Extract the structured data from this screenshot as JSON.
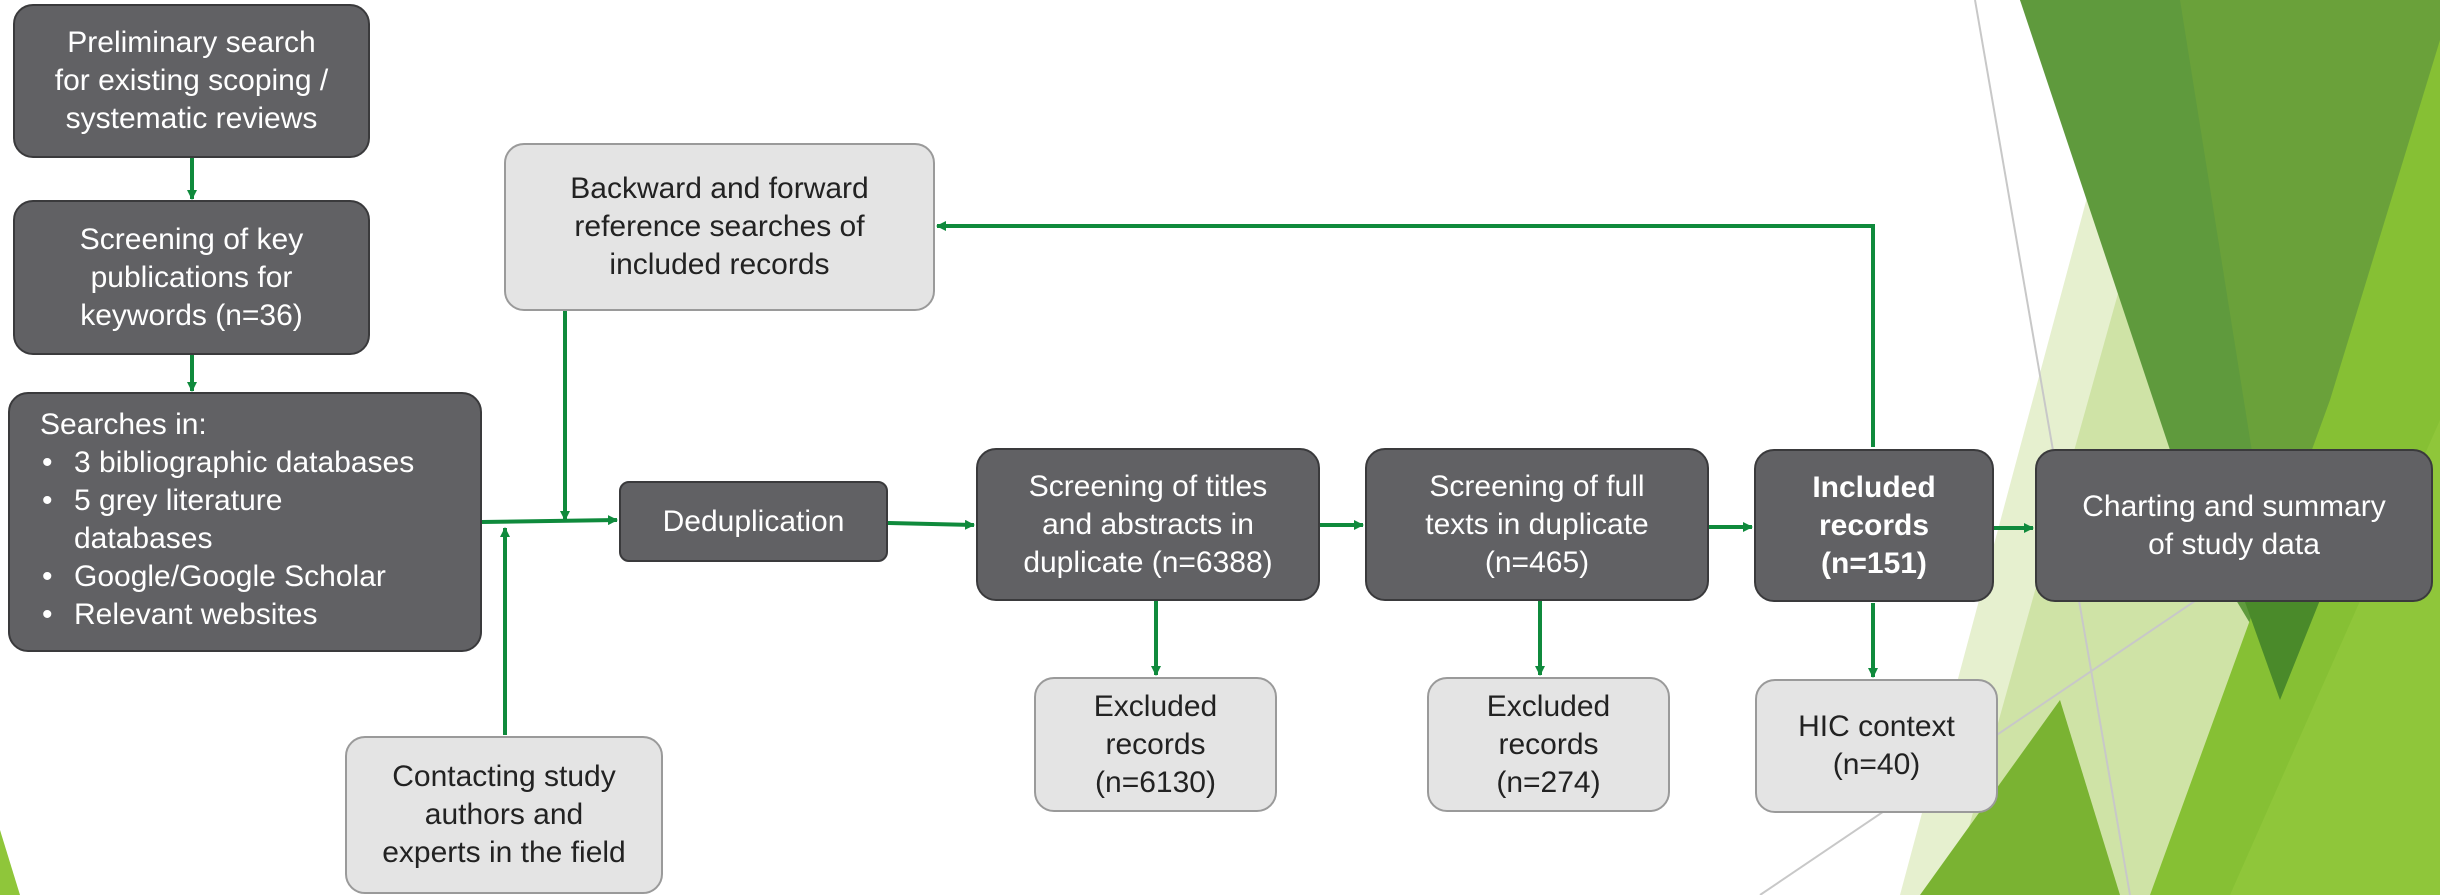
{
  "colors": {
    "arrow": "#0f8a3c",
    "dark_box": "#616164",
    "light_box": "#e4e4e4",
    "accent_green": "#7cb82f"
  },
  "boxes": {
    "preliminary": "Preliminary search\nfor existing scoping /\nsystematic reviews",
    "screening_key": "Screening of key\npublications for\nkeywords (n=36)",
    "searches_heading": "Searches in:",
    "searches_items": [
      "3 bibliographic databases",
      "5 grey literature\ndatabases",
      "Google/Google Scholar",
      "Relevant websites"
    ],
    "backward_forward": "Backward and forward\nreference searches of\nincluded records",
    "contacting": "Contacting study\nauthors and\nexperts in the field",
    "deduplication": "Deduplication",
    "screening_titles": "Screening of titles\nand abstracts in\nduplicate (n=6388)",
    "screening_full": "Screening of full\ntexts in duplicate\n(n=465)",
    "included": "Included\nrecords\n(n=151)",
    "charting": "Charting and summary\nof study data",
    "excluded_1": "Excluded\nrecords\n(n=6130)",
    "excluded_2": "Excluded\nrecords\n(n=274)",
    "hic": "HIC context\n(n=40)"
  }
}
